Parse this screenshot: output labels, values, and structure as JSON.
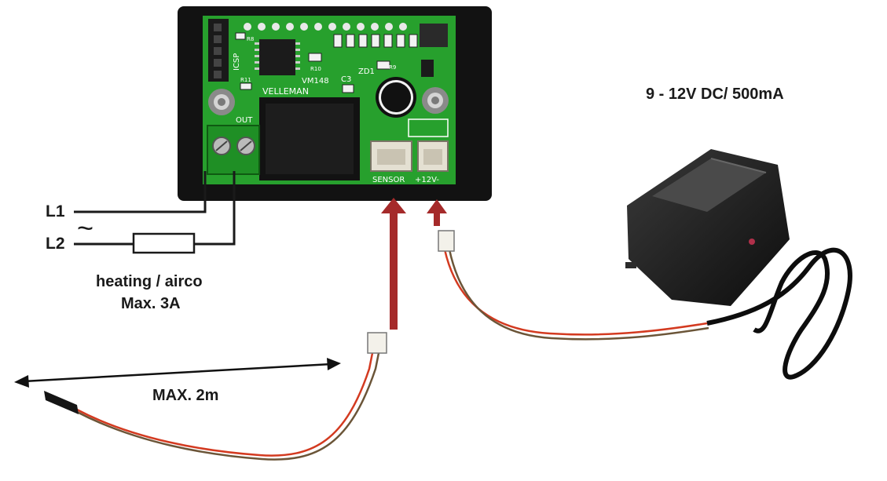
{
  "labels": {
    "power_spec": "9 - 12V DC/ 500mA",
    "line1": "L1",
    "line2": "L2",
    "ac_symbol": "~",
    "load_name": "heating / airco",
    "load_max": "Max. 3A",
    "cable_max": "MAX. 2m"
  },
  "board": {
    "brand": "VELLEMAN",
    "model": "VM148",
    "out_label": "OUT",
    "sensor_label": "SENSOR",
    "power_label": "+12V-",
    "icsp_label": "ICSP",
    "zd_label": "ZD1",
    "c3_label": "C3",
    "r10_label": "R10",
    "r11_label": "R11",
    "r9_label": "R9",
    "r8_label": "R8"
  },
  "colors": {
    "pcb": "#27a02d",
    "case": "#121212",
    "arrow": "#a52a2a",
    "wire_red": "#d33a20",
    "wire_brown": "#6b5538"
  }
}
